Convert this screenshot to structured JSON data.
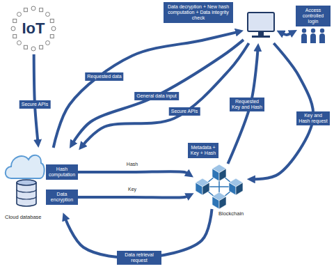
{
  "diagram": {
    "nodes": [
      {
        "text": [
          "IoT"
        ]
      },
      {
        "text": [
          "Data decryption + New hash computation + Data integrity check"
        ]
      },
      {
        "text": [
          "Access controlled login"
        ]
      },
      {
        "text": [
          "Cloud database"
        ]
      },
      {
        "text": [
          "Hash computation"
        ],
        "in": 3
      },
      {
        "text": [
          "Data encryption"
        ],
        "in": 3
      },
      {
        "text": [
          "Metadata + Key + Hash",
          "Blockchain"
        ]
      }
    ],
    "edges": [
      {
        "from": 0,
        "to": 3,
        "label": "Secure APIs",
        "arrow": "to"
      },
      {
        "from": 3,
        "to": 1,
        "label": "Requested data",
        "arrow": "to"
      },
      {
        "from": 1,
        "to": 3,
        "label": "General data input",
        "arrow": "to"
      },
      {
        "from": 1,
        "to": 3,
        "label": "Secure APIs",
        "arrow": "to"
      },
      {
        "from": 4,
        "to": 6,
        "label": "Hash",
        "arrow": "to"
      },
      {
        "from": 5,
        "to": 6,
        "label": "Key",
        "arrow": "to"
      },
      {
        "from": 6,
        "to": 1,
        "label": "Requested Key and Hash",
        "arrow": "to"
      },
      {
        "from": 1,
        "to": 6,
        "label": "Key and Hash request",
        "arrow": "to"
      },
      {
        "from": 6,
        "to": 3,
        "label": "Data retrieval request",
        "arrow": "to"
      },
      {
        "from": 1,
        "to": 2,
        "arrow": "both"
      }
    ]
  }
}
